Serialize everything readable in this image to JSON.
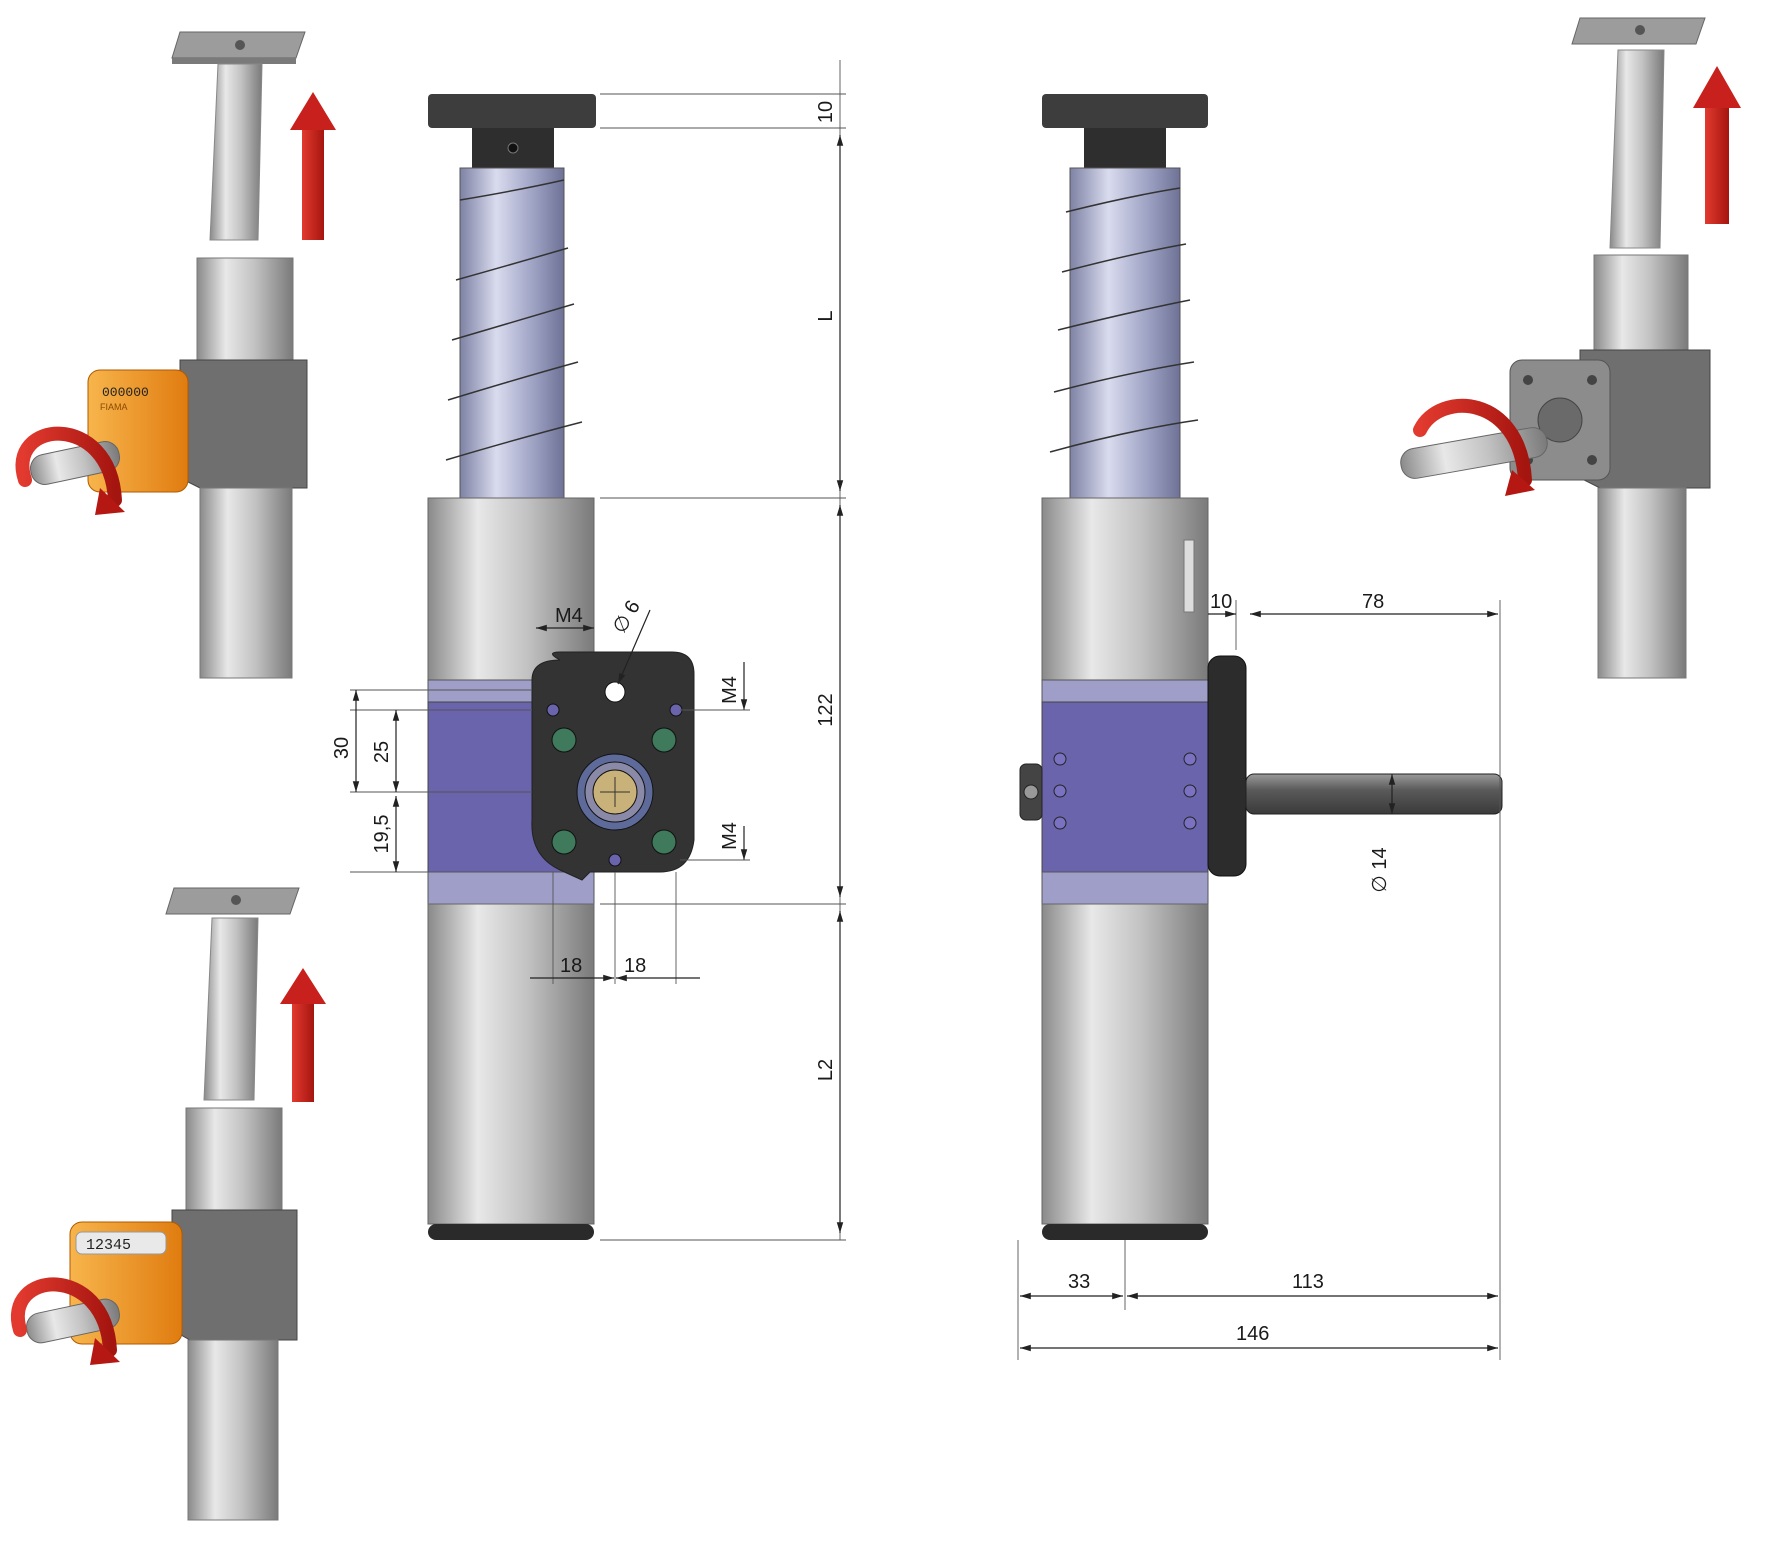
{
  "dimensions": {
    "top_plate": "10",
    "stroke": "L",
    "housing": "122",
    "body": "L2",
    "thread_left": "M4",
    "thread_right_top": "M4",
    "thread_right_bottom": "M4",
    "hole_diameter": "∅ 6",
    "pitch_30": "30",
    "pitch_25": "25",
    "pitch_19_5": "19,5",
    "spacing_left": "18",
    "spacing_right": "18",
    "flange_offset": "10",
    "shaft_length": "78",
    "shaft_diameter": "∅ 14",
    "side_33": "33",
    "side_113": "113",
    "overall": "146"
  },
  "counter_digits": {
    "orange_top": "000000",
    "orange_bottom": "12345"
  },
  "brand_mark": "FIAMA",
  "colors": {
    "arrow_red": "#c8201c",
    "housing_blue": "#6a64ad",
    "counter_orange": "#f39a1a",
    "steel": "#bdbdbd",
    "dark_part": "#3a3a3a"
  }
}
